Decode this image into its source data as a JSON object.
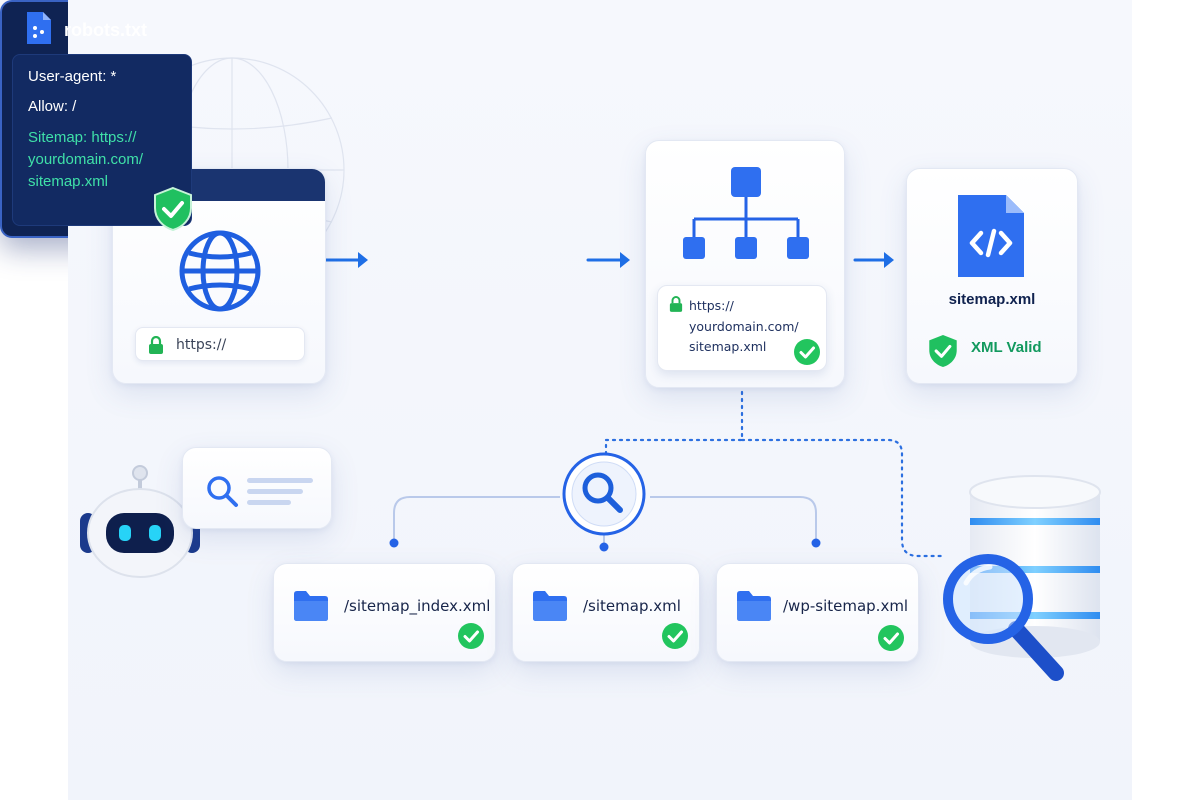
{
  "browser": {
    "url": "https://"
  },
  "robots": {
    "filename": "robots.txt",
    "lines": [
      "User-agent: *",
      "Allow: /",
      "Sitemap: https://",
      "yourdomain.com/",
      "sitemap.xml"
    ]
  },
  "tree": {
    "url_lines": [
      "https://",
      "yourdomain.com/",
      "sitemap.xml"
    ]
  },
  "xml": {
    "filename": "sitemap.xml",
    "status": "XML Valid"
  },
  "paths": [
    {
      "label": "/sitemap_index.xml"
    },
    {
      "label": "/sitemap.xml"
    },
    {
      "label": "/wp-sitemap.xml"
    }
  ],
  "icons": [
    "globe-icon",
    "lock-icon",
    "file-icon",
    "shield-check-icon",
    "sitemap-tree-icon",
    "xml-file-icon",
    "check-icon",
    "search-icon",
    "folder-icon",
    "robot-icon",
    "database-icon",
    "magnifier-icon",
    "arrow-right-icon"
  ],
  "colors": {
    "navy": "#0f2353",
    "blue": "#2563e6",
    "sky": "#38b6f5",
    "green": "#22c55e",
    "mint": "#3fe0a8"
  }
}
